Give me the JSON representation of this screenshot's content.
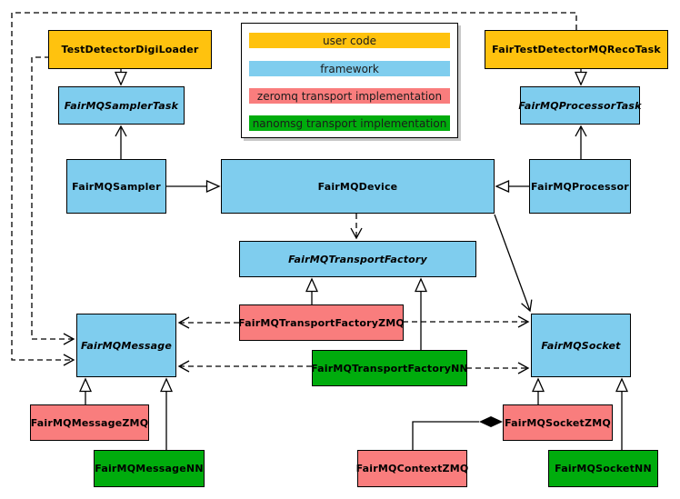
{
  "diagram": {
    "description": "FairMQ class diagram",
    "colors": {
      "user_code": "#FFC20E",
      "framework": "#7FCDEE",
      "zeromq": "#F97D7D",
      "nanomsg": "#00AC0D",
      "line": "#000000",
      "background": "#FFFFFF"
    }
  },
  "legend": {
    "items": [
      {
        "label": "user code",
        "color": "#FFC20E"
      },
      {
        "label": "framework",
        "color": "#7FCDEE"
      },
      {
        "label": "zeromq transport implementation",
        "color": "#F97D7D"
      },
      {
        "label": "nanomsg transport implementation",
        "color": "#00AC0D"
      }
    ]
  },
  "nodes": {
    "test_detector_digi_loader": {
      "label": "TestDetectorDigiLoader",
      "category": "user code"
    },
    "fair_test_detector_mq_reco_task": {
      "label": "FairTestDetectorMQRecoTask",
      "category": "user code"
    },
    "fairmq_sampler_task": {
      "label": "FairMQSamplerTask",
      "category": "framework"
    },
    "fairmq_processor_task": {
      "label": "FairMQProcessorTask",
      "category": "framework"
    },
    "fairmq_sampler": {
      "label": "FairMQSampler",
      "category": "framework"
    },
    "fairmq_device": {
      "label": "FairMQDevice",
      "category": "framework"
    },
    "fairmq_processor": {
      "label": "FairMQProcessor",
      "category": "framework"
    },
    "fairmq_transport_factory": {
      "label": "FairMQTransportFactory",
      "category": "framework"
    },
    "fairmq_transport_factory_zmq": {
      "label": "FairMQTransportFactoryZMQ",
      "category": "zeromq"
    },
    "fairmq_transport_factory_nn": {
      "label": "FairMQTransportFactoryNN",
      "category": "nanomsg"
    },
    "fairmq_message": {
      "label": "FairMQMessage",
      "category": "framework"
    },
    "fairmq_socket": {
      "label": "FairMQSocket",
      "category": "framework"
    },
    "fairmq_message_zmq": {
      "label": "FairMQMessageZMQ",
      "category": "zeromq"
    },
    "fairmq_message_nn": {
      "label": "FairMQMessageNN",
      "category": "nanomsg"
    },
    "fairmq_context_zmq": {
      "label": "FairMQContextZMQ",
      "category": "zeromq"
    },
    "fairmq_socket_zmq": {
      "label": "FairMQSocketZMQ",
      "category": "zeromq"
    },
    "fairmq_socket_nn": {
      "label": "FairMQSocketNN",
      "category": "nanomsg"
    }
  }
}
